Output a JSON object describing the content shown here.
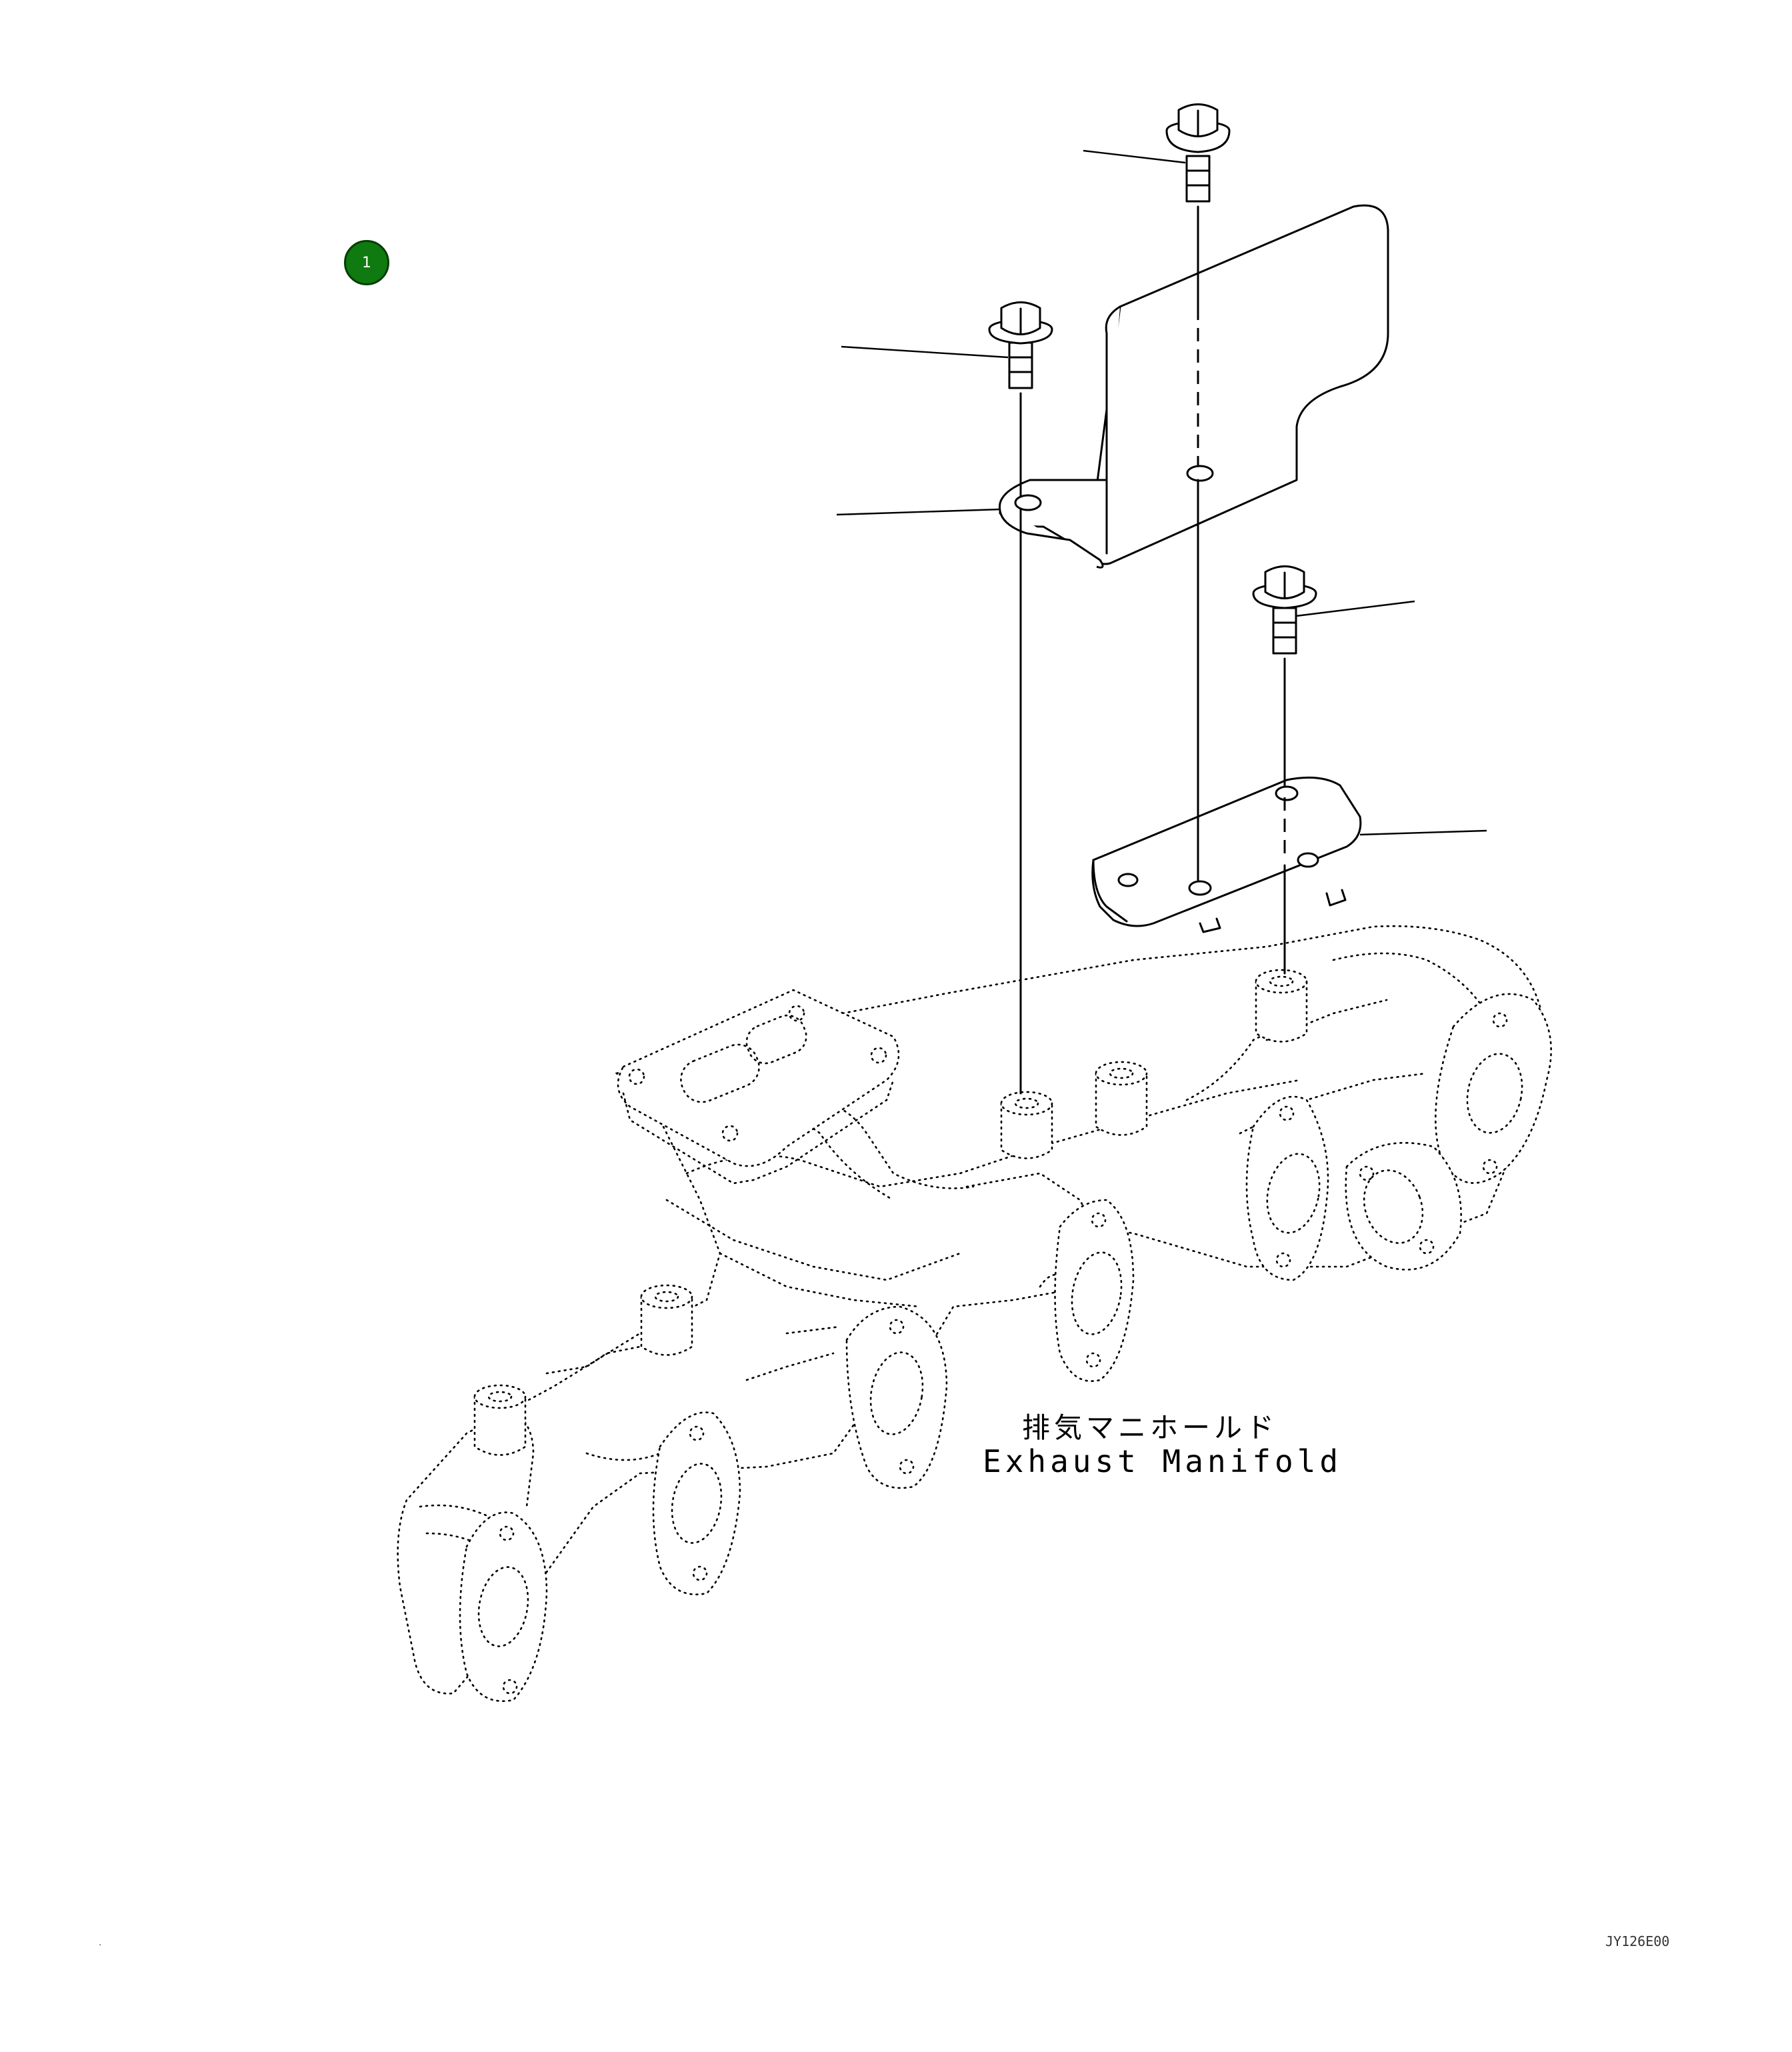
{
  "callout": {
    "number": "1",
    "color": "#0f7a0f"
  },
  "label": {
    "japanese": "排気マニホールド",
    "english": "Exhaust Manifold"
  },
  "drawing_code": "JY126E00",
  "corner_mark": "."
}
